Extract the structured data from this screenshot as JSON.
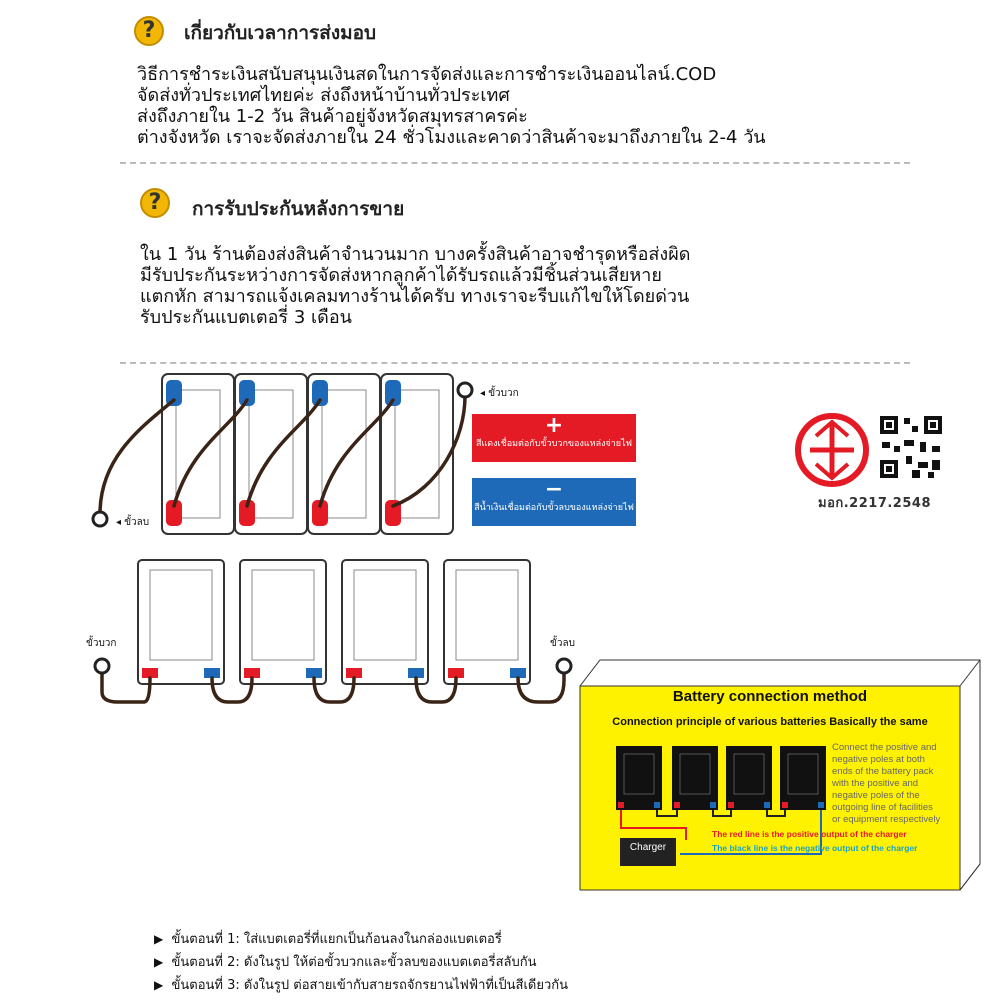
{
  "delivery": {
    "title": "เกี่ยวกับเวลาการส่งมอบ",
    "lines": [
      "วิธีการชำระเงินสนับสนุนเงินสดในการจัดส่งและการชำระเงินออนไลน์.COD",
      "จัดส่งทั่วประเทศไทยค่ะ ส่งถึงหน้าบ้านทั่วประเทศ",
      "ส่งถึงภายใน 1-2 วัน สินค้าอยู่จังหวัดสมุทรสาครค่ะ",
      "ต่างจังหวัด เราจะจัดส่งภายใน 24 ชั่วโมงและคาดว่าสินค้าจะมาถึงภายใน 2-4 วัน"
    ]
  },
  "warranty": {
    "title": "การรับประกันหลังการขาย",
    "lines": [
      "ใน 1 วัน ร้านต้องส่งสินค้าจำนวนมาก บางครั้งสินค้าอาจชำรุดหรือส่งผิด",
      "มีรับประกันระหว่างการจัดส่งหากลูกค้าได้รับรถแล้วมีชิ้นส่วนเสียหาย",
      "แตกหัก สามารถแจ้งเคลมทางร้านได้ครับ ทางเราจะรีบแก้ไขให้โดยด่วน",
      "รับประกันแบตเตอรี่ 3 เดือน"
    ]
  },
  "diagram": {
    "positive_label": "ขั้วบวก",
    "negative_label": "ขั้วลบ",
    "red_box": {
      "symbol": "+",
      "text": "สีแดงเชื่อมต่อกับขั้วบวกของแหล่งจ่ายไฟ"
    },
    "blue_box": {
      "symbol": "−",
      "text": "สีน้ำเงินเชื่อมต่อกับขั้วลบของแหล่งจ่ายไฟ"
    },
    "tis": "มอก.2217.2548"
  },
  "yellow_panel": {
    "title": "Battery connection method",
    "subtitle": "Connection principle of various batteries Basically the same",
    "desc": [
      "Connect the positive and",
      "negative poles at both",
      "ends of the battery pack",
      "with the positive and",
      "negative poles of the",
      "outgoing line of facilities",
      "or equipment respectively"
    ],
    "red_line": "The red line is the positive output of the charger",
    "black_line": "The black line is the negative output of the charger",
    "charger": "Charger"
  },
  "steps": [
    "ขั้นตอนที่ 1: ใส่แบตเตอรี่ที่แยกเป็นก้อนลงในกล่องแบตเตอรี่",
    "ขั้นตอนที่ 2: ดังในรูป ให้ต่อขั้วบวกและขั้วลบของแบตเตอรี่สลับกัน",
    "ขั้นตอนที่ 3: ดังในรูป ต่อสายเข้ากับสายรถจักรยานไฟฟ้าที่เป็นสีเดียวกัน"
  ],
  "colors": {
    "red": "#e41b24",
    "blue": "#1e69b8",
    "yellow": "#fff200",
    "icon": "#f2b705"
  }
}
